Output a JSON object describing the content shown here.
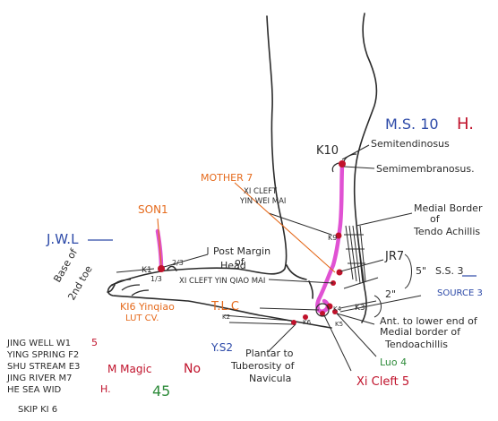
{
  "colors": {
    "ink": "#2b2b2b",
    "meridian_pink": "#e052d3",
    "point_red": "#c0122b",
    "blue": "#2d4aa8",
    "orange": "#e56a1c",
    "green": "#2e8b3a",
    "brown": "#7a3b1b",
    "purple": "#5b4aa0"
  },
  "labels": {
    "ms10": "M.S. 10",
    "ms10_h": "H.",
    "k10": "K10",
    "semitendinosus": "Semitendinosus",
    "semimembranosus": "Semimembranosus.",
    "mother7": "MOTHER 7",
    "xi_cleft_yin_wei_1": "XI CLEFT",
    "xi_cleft_yin_wei_2": "YIN WEI MAI",
    "medial_border_1": "Medial Border",
    "medial_border_2": "of",
    "medial_border_3": "Tendo Achillis",
    "k9": "K9",
    "son1": "SON1",
    "jwl": "J.W.L",
    "post_margin_1": "Post Margin",
    "post_margin_2": "of",
    "post_margin_3": "Head",
    "k1": "K1",
    "ratio_23": "2/3",
    "ratio_13": "1/3",
    "base_2nd_toe_1": "Base of",
    "base_2nd_toe_2": "2nd toe",
    "xi_cleft_yin_qiao": "XI CLEFT YIN QIAO MAI",
    "jr7": "JR7",
    "five_inch": "5\"",
    "ss3": "S.S. 3",
    "two_inch": "2\"",
    "source3": "SOURCE 3",
    "k3": "K3.",
    "ki6_yinqiao": "KI6 Yinqiao",
    "tlc": "T.L.C",
    "lut_cv": "LUT CV.",
    "k4": "K4",
    "k5": "K5",
    "k2": "K2",
    "k6": "K6",
    "ant_lower_1": "Ant. to lower end of",
    "ant_lower_2": "Medial border of",
    "ant_lower_3": "Tendoachillis",
    "ys2": "Y.S2",
    "plantar_1": "Plantar to",
    "plantar_2": "Tuberosity of",
    "plantar_3": "Navicula",
    "luo4": "Luo 4",
    "xi_cleft_5": "Xi Cleft 5",
    "jing_well": "JING WELL W1",
    "jing_well_n": "5",
    "ying_spring": "YING SPRING F2",
    "shu_stream": "SHU STREAM E3",
    "jing_river": "JING RIVER M7",
    "he_sea": "HE SEA WID",
    "he_sea_h": "H.",
    "m_magic": "M Magic",
    "no": "No",
    "num45": "45",
    "skip": "SKIP KI 6"
  }
}
